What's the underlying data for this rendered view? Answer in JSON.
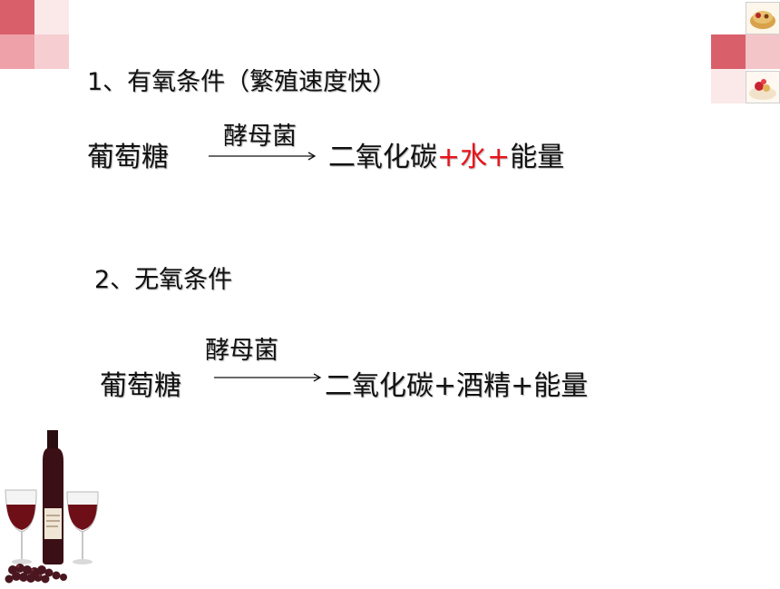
{
  "slide": {
    "section1": {
      "heading": "1、有氧条件（繁殖速度快）",
      "reactant": "葡萄糖",
      "catalyst": "酵母菌",
      "product_part1": "二氧化碳",
      "product_part2": "+水+",
      "product_part3": "能量"
    },
    "section2": {
      "heading": "2、无氧条件",
      "reactant": "葡萄糖",
      "catalyst": "酵母菌",
      "product": "二氧化碳+酒精+能量"
    }
  },
  "colors": {
    "accent_red": "#e8141b",
    "square_dark": "#d9606a",
    "square_light": "#f3c4c8"
  },
  "decor": {
    "top_left_squares": "decorative-squares",
    "top_right_squares": "decorative-squares",
    "food_thumbnails": "food-photo",
    "wine_illustration": "wine-bottle-and-glasses"
  }
}
